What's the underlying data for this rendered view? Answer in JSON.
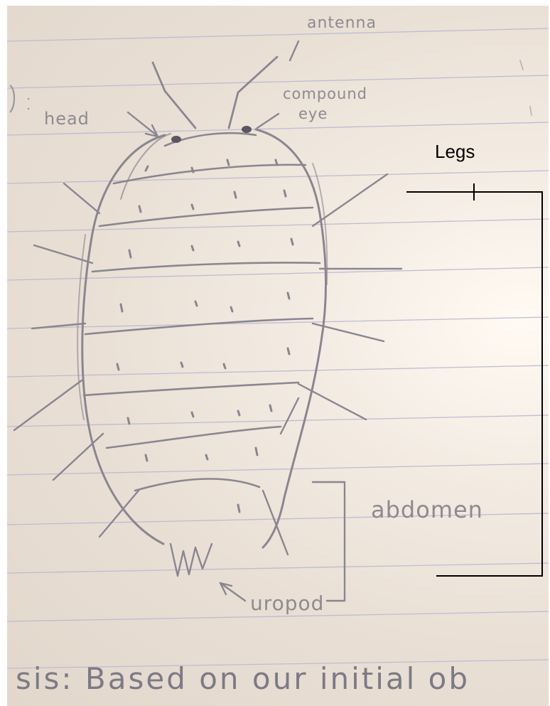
{
  "labels": {
    "antenna": "antenna",
    "compound": "compound",
    "eye": "eye",
    "head": "head",
    "legs": "Legs",
    "abdomen": "abdomen",
    "uropod": "uropod",
    "bottom_text": "sis: Based on our initial ob"
  },
  "colors": {
    "pencil": "#8a8690",
    "ink": "#000000",
    "rule_line": "#b9b8d2"
  }
}
